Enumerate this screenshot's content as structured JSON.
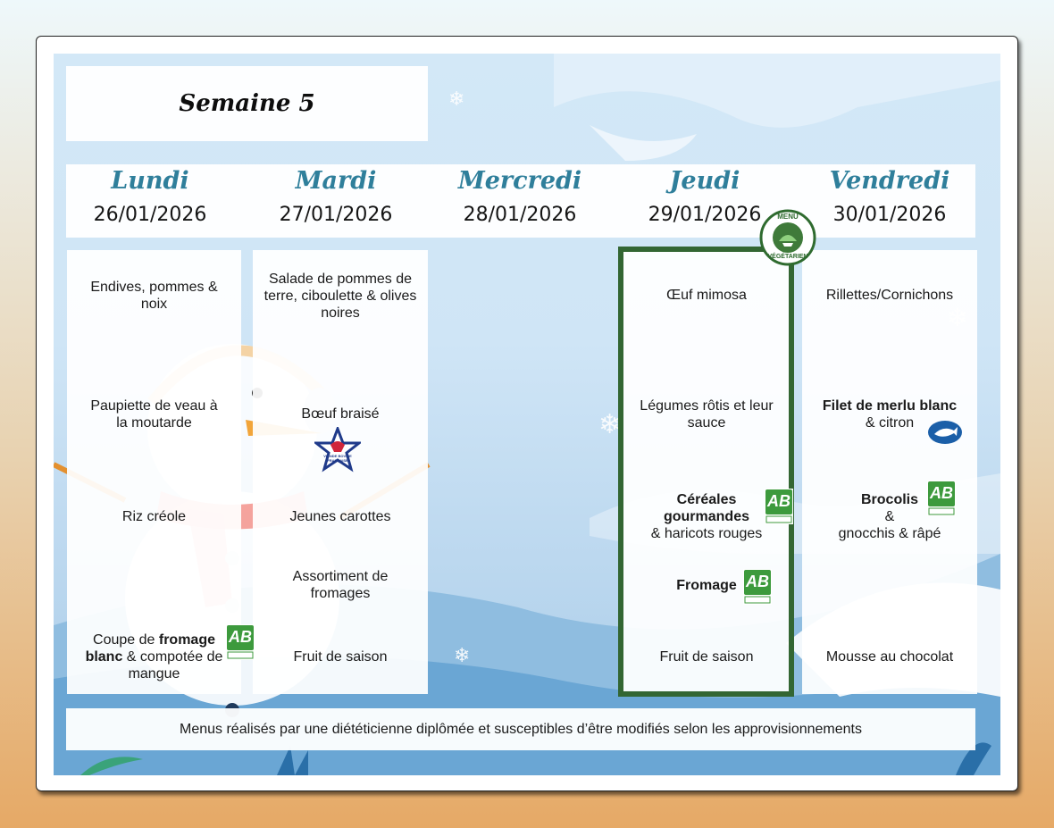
{
  "week": {
    "title": "Semaine 5"
  },
  "days": [
    {
      "name": "Lundi",
      "date": "26/01/2026"
    },
    {
      "name": "Mardi",
      "date": "27/01/2026"
    },
    {
      "name": "Mercredi",
      "date": "28/01/2026"
    },
    {
      "name": "Jeudi",
      "date": "29/01/2026"
    },
    {
      "name": "Vendredi",
      "date": "30/01/2026"
    }
  ],
  "menu": {
    "lundi": {
      "entree": "Endives, pommes & noix",
      "plat": "Paupiette de veau à la moutarde",
      "accompagnement": "Riz créole",
      "dessert_pre": "Coupe de ",
      "dessert_bold": "fromage blanc",
      "dessert_post": " & compotée de mangue"
    },
    "mardi": {
      "entree": "Salade de pommes de terre, ciboulette & olives noires",
      "plat": "Bœuf braisé",
      "accompagnement": "Jeunes carottes",
      "fromage": "Assortiment de fromages",
      "dessert": "Fruit de saison"
    },
    "jeudi": {
      "entree": "Œuf mimosa",
      "plat": "Légumes rôtis et leur sauce",
      "accompagnement_bold": "Céréales gourmandes",
      "accompagnement_post": "& haricots rouges",
      "fromage": "Fromage",
      "dessert": "Fruit de saison"
    },
    "vendredi": {
      "entree": "Rillettes/Cornichons",
      "plat_bold": "Filet de merlu blanc",
      "plat_post": "& citron",
      "accompagnement_bold": "Brocolis",
      "accompagnement_mid": "&",
      "accompagnement_post": "gnocchis & râpé",
      "dessert": "Mousse au chocolat"
    }
  },
  "badges": {
    "vegetarian": {
      "top": "MENU",
      "bottom": "VÉGÉTARIEN"
    },
    "bio": "AB",
    "vbf": "VIANDE BOVINE FRANÇAISE"
  },
  "footer": {
    "note": "Menus réalisés par une diététicienne diplômée et susceptibles d’être modifiés selon les approvisionnements"
  },
  "colors": {
    "day_name": "#2f7f9b",
    "veg_frame": "#336633",
    "bio_green": "#3d9a3d",
    "msc_blue": "#1b5fa8"
  }
}
